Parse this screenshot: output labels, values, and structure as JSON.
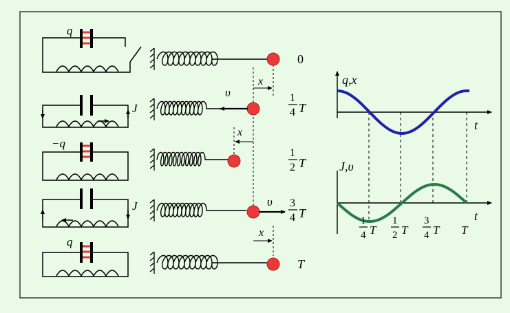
{
  "colors": {
    "background": "#e9fbe6",
    "frame": "#3a3a3a",
    "charge_curve": "#1f22a8",
    "current_curve": "#2a7a4a",
    "mass": "#e83a3a"
  },
  "labels": {
    "charge_q": "q",
    "charge_neg_q": "−q",
    "current_J": "J",
    "velocity_v": "υ",
    "displacement_x": "x"
  },
  "stages": [
    {
      "id": "0",
      "time_label": "0"
    },
    {
      "id": "T/4",
      "num": "1",
      "den": "4",
      "sym": "T"
    },
    {
      "id": "T/2",
      "num": "1",
      "den": "2",
      "sym": "T"
    },
    {
      "id": "3T/4",
      "num": "3",
      "den": "4",
      "sym": "T"
    },
    {
      "id": "T",
      "time_label": "T"
    }
  ],
  "graph": {
    "top_axis_label": "q,x",
    "bottom_axis_label": "J,υ",
    "time_label": "t",
    "tick_labels": [
      {
        "num": "1",
        "den": "4",
        "sym": "T"
      },
      {
        "num": "1",
        "den": "2",
        "sym": "T"
      },
      {
        "num": "3",
        "den": "4",
        "sym": "T"
      },
      {
        "sym": "T"
      }
    ]
  },
  "icons": [
    "capacitor-icon",
    "inductor-icon",
    "switch-icon",
    "spring-icon",
    "wall-icon",
    "mass-ball-icon",
    "arrow-icon"
  ]
}
